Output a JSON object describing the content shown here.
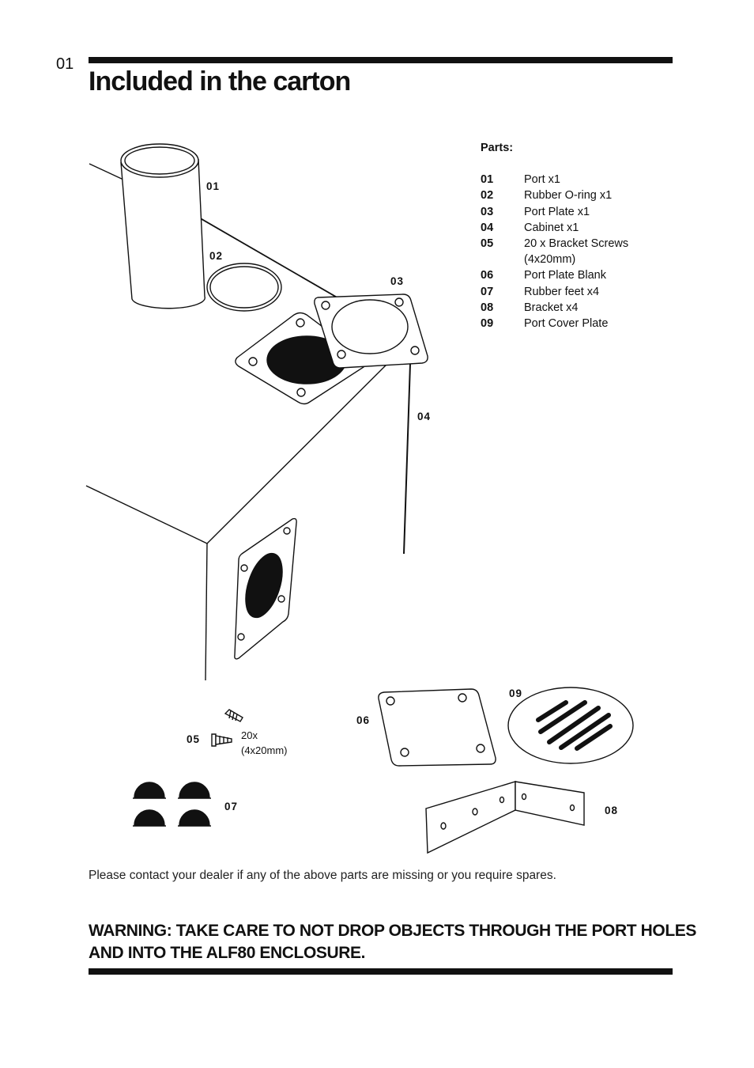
{
  "page": {
    "number": "01",
    "title": "Included in the carton"
  },
  "parts_list": {
    "heading": "Parts:",
    "items": [
      {
        "num": "01",
        "desc": "Port x1"
      },
      {
        "num": "02",
        "desc": "Rubber O-ring x1"
      },
      {
        "num": "03",
        "desc": "Port Plate x1"
      },
      {
        "num": "04",
        "desc": "Cabinet x1"
      },
      {
        "num": "05",
        "desc": "20 x Bracket Screws (4x20mm)"
      },
      {
        "num": "06",
        "desc": "Port Plate Blank"
      },
      {
        "num": "07",
        "desc": "Rubber feet x4"
      },
      {
        "num": "08",
        "desc": "Bracket x4"
      },
      {
        "num": "09",
        "desc": "Port Cover Plate"
      }
    ]
  },
  "callouts": {
    "c01": "01",
    "c02": "02",
    "c03": "03",
    "c04": "04",
    "c05": "05",
    "c06": "06",
    "c07": "07",
    "c08": "08",
    "c09": "09"
  },
  "screw_note": {
    "line1": "20x",
    "line2": "(4x20mm)"
  },
  "note": "Please contact your dealer if any of the above parts are missing or you require spares.",
  "warning": "WARNING: TAKE CARE  TO NOT DROP OBJECTS THROUGH THE PORT HOLES AND INTO THE ALF80 ENCLOSURE."
}
